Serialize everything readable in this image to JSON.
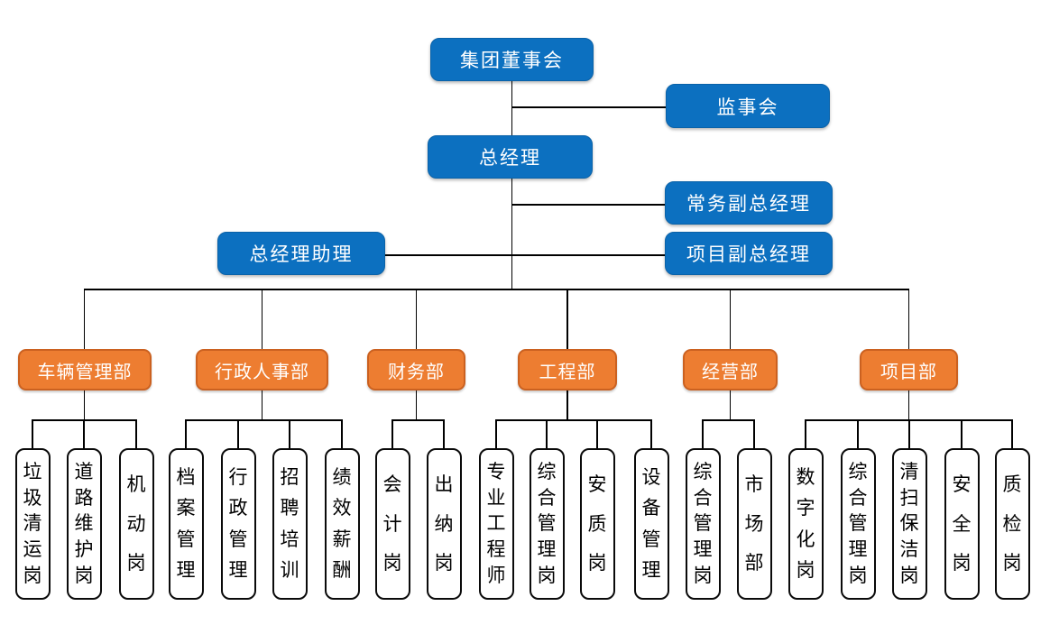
{
  "colors": {
    "primary_blue": "#0C70C0",
    "dept_orange": "#ED7D31",
    "dept_orange_border": "#CB6120",
    "line_black": "#000000"
  },
  "org": {
    "board": {
      "label": "集团董事会"
    },
    "supervisory_board": {
      "label": "监事会"
    },
    "general_manager": {
      "label": "总经理"
    },
    "executive_deputy_gm": {
      "label": "常务副总经理"
    },
    "gm_assistant": {
      "label": "总经理助理"
    },
    "project_deputy_gm": {
      "label": "项目副总经理"
    },
    "departments": [
      {
        "name": "车辆管理部",
        "positions": [
          "垃圾清运岗",
          "道路维护岗",
          "机动岗"
        ]
      },
      {
        "name": "行政人事部",
        "positions": [
          "档案管理",
          "行政管理",
          "招聘培训",
          "绩效薪酬"
        ]
      },
      {
        "name": "财务部",
        "positions": [
          "会计岗",
          "出纳岗"
        ]
      },
      {
        "name": "工程部",
        "positions": [
          "专业工程师",
          "综合管理岗",
          "安质岗",
          "设备管理"
        ]
      },
      {
        "name": "经营部",
        "positions": [
          "综合管理岗",
          "市场部"
        ]
      },
      {
        "name": "项目部",
        "positions": [
          "数字化岗",
          "综合管理岗",
          "清扫保洁岗",
          "安全岗",
          "质检岗"
        ]
      }
    ]
  }
}
